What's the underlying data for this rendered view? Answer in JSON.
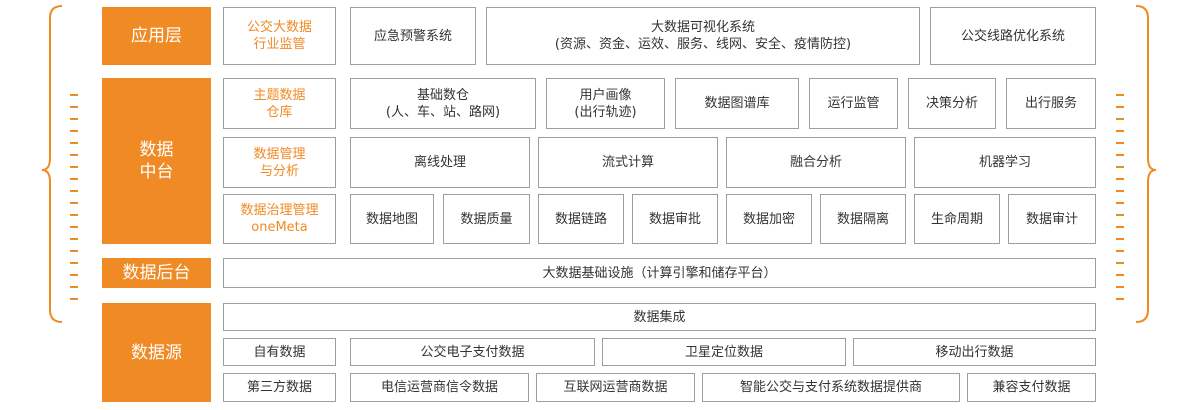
{
  "accent_color": "#f08a24",
  "border_color": "#9e9e9e",
  "layers": {
    "application": {
      "label": "应用层",
      "items": [
        "公交大数据\n行业监管",
        "应急预警系统",
        "大数据可视化系统\n(资源、资金、运效、服务、线网、安全、疫情防控)",
        "公交线路优化系统"
      ]
    },
    "middle": {
      "label": "数据\n中台",
      "row1_title": "主题数据\n仓库",
      "row1_items": [
        "基础数仓\n(人、车、站、路网)",
        "用户画像\n(出行轨迹)",
        "数据图谱库",
        "运行监管",
        "决策分析",
        "出行服务"
      ],
      "row2_title": "数据管理\n与分析",
      "row2_items": [
        "离线处理",
        "流式计算",
        "融合分析",
        "机器学习"
      ],
      "row3_title": "数据治理管理\noneMeta",
      "row3_items": [
        "数据地图",
        "数据质量",
        "数据链路",
        "数据审批",
        "数据加密",
        "数据隔离",
        "生命周期",
        "数据审计"
      ]
    },
    "backend": {
      "label": "数据后台",
      "item": "大数据基础设施（计算引擎和储存平台）"
    },
    "source": {
      "label": "数据源",
      "integration": "数据集成",
      "row1_items": [
        "自有数据",
        "公交电子支付数据",
        "卫星定位数据",
        "移动出行数据"
      ],
      "row2_items": [
        "第三方数据",
        "电信运营商信令数据",
        "互联网运营商数据",
        "智能公交与支付系统数据提供商",
        "兼容支付数据"
      ]
    }
  }
}
